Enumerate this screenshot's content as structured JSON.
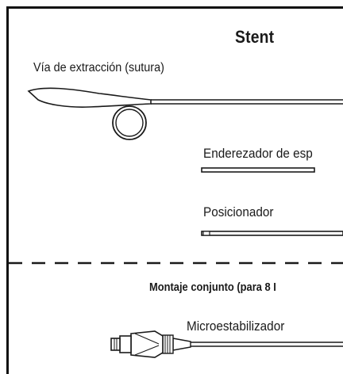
{
  "diagram": {
    "title": "Stent",
    "labels": {
      "suture": "Vía de extracción (sutura)",
      "straightener": "Enderezador de esp",
      "positioner": "Posicionador",
      "assembly": "Montaje conjunto (para 8 I",
      "microstabilizer": "Microestabilizador"
    }
  }
}
